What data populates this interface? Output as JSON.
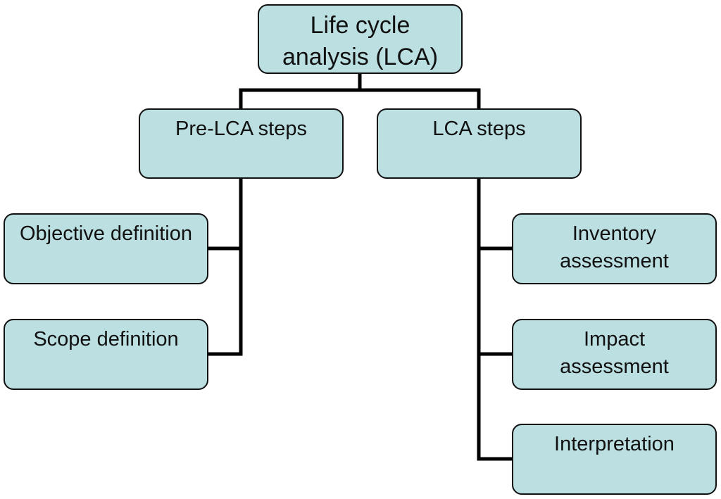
{
  "diagram": {
    "root": {
      "line1": "Life cycle",
      "line2": "analysis (LCA)"
    },
    "pre_lca": {
      "label": "Pre-LCA steps",
      "children": [
        {
          "label": "Objective definition"
        },
        {
          "label": "Scope definition"
        }
      ]
    },
    "lca": {
      "label": "LCA steps",
      "children": [
        {
          "line1": "Inventory",
          "line2": "assessment"
        },
        {
          "line1": "Impact",
          "line2": "assessment"
        },
        {
          "line1": "Interpretation"
        }
      ]
    }
  },
  "colors": {
    "node_fill": "#bcdfe2",
    "node_border": "#111111",
    "connector": "#000000"
  }
}
